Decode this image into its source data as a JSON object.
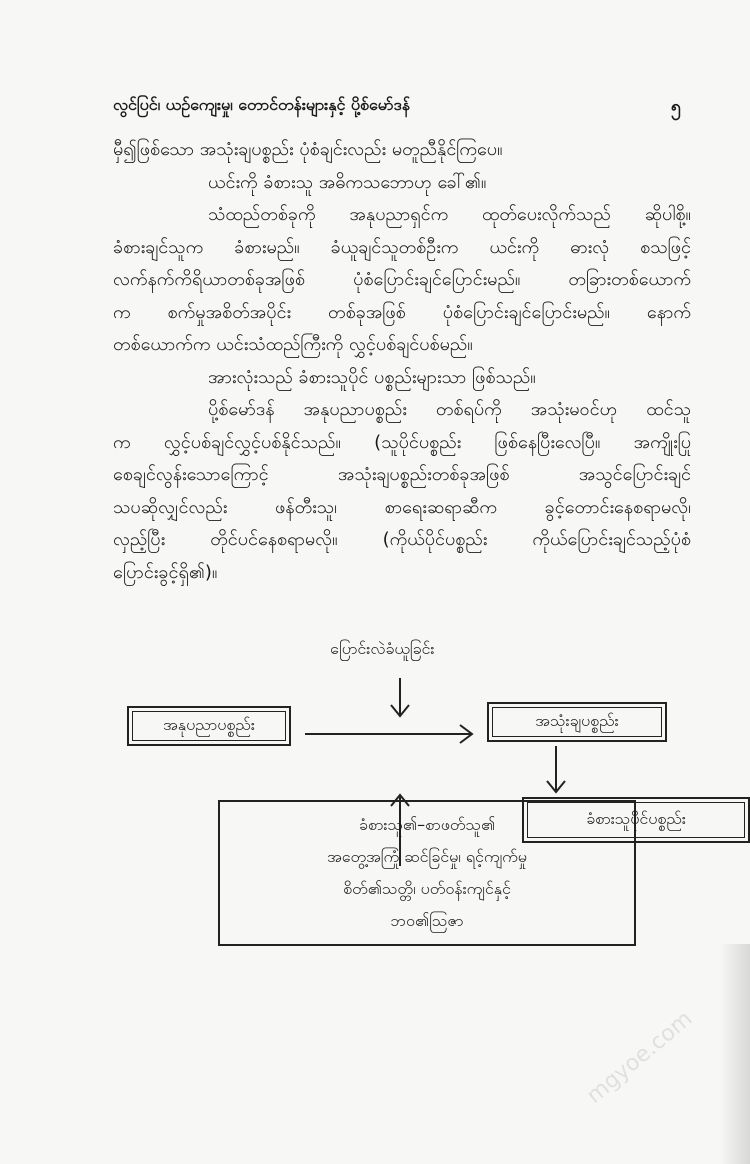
{
  "header": {
    "running_title": "လွင်ပြင်၊ ယဉ်ကျေးမှု၊ တောင်တန်းများနှင့် ပို့စ်မော်ဒန်",
    "page_number": "၅"
  },
  "body_lines": [
    "မှီ၍ဖြစ်သော အသုံးချပစ္စည်း ပုံစံချင်းလည်း မတူညီနိုင်ကြပေ။",
    "ယင်းကို ခံစားသူ အဓိကသဘောဟု ခေါ်၏။",
    "သံထည်တစ်ခုကို အနုပညာရှင်က ထုတ်ပေးလိုက်သည် ဆိုပါစို့။",
    "ခံစားချင်သူက ခံစားမည်။ ခံယူချင်သူတစ်ဦးက ယင်းကို ဓားလုံ စသဖြင့်",
    "လက်နက်ကိရိယာတစ်ခုအဖြစ် ပုံစံပြောင်းချင်ပြောင်းမည်။ တခြားတစ်ယောက်",
    "က စက်မှုအစိတ်အပိုင်း တစ်ခုအဖြစ် ပုံစံပြောင်းချင်ပြောင်းမည်။ နောက်",
    "တစ်ယောက်က ယင်းသံထည်ကြီးကို လွှင့်ပစ်ချင်ပစ်မည်။",
    "အားလုံးသည် ခံစားသူပိုင် ပစ္စည်းများသာ ဖြစ်သည်။",
    "ပို့စ်မော်ဒန် အနုပညာပစ္စည်း တစ်ရပ်ကို အသုံးမဝင်ဟု ထင်သူ",
    "က လွှင့်ပစ်ချင်လွှင့်ပစ်နိုင်သည်။ (သူပိုင်ပစ္စည်း ဖြစ်နေပြီးလေပြီ။ အကျိုးပြု",
    "စေချင်လွန်းသောကြောင့် အသုံးချပစ္စည်းတစ်ခုအဖြစ် အသွင်ပြောင်းချင်",
    "သပဆိုလျှင်လည်း ဖန်တီးသူ၊ စာရေးဆရာဆီက ခွင့်တောင်းနေစရာမလို၊",
    "လှည့်ပြီး တိုင်ပင်နေစရာမလို။ (ကိုယ်ပိုင်ပစ္စည်း ကိုယ်ပြောင်းချင်သည့်ပုံစံ",
    "ပြောင်းခွင့်ရှိ၏)။"
  ],
  "diagram": {
    "top_label": "ပြောင်းလဲခံယူခြင်း",
    "left_box": "အနုပညာပစ္စည်း",
    "right_box": "အသုံးချပစ္စည်း",
    "result_box": "ခံစားသူပိုင်ပစ္စည်း",
    "factors_box": [
      "ခံစားသူ၏–စာဖတ်သူ၏",
      "အတွေ့အကြုံ ဆင်ခြင်မှု၊ ရင့်ကျက်မှု",
      "စိတ်၏သတ္တိ၊ ပတ်ဝန်းကျင်နှင့်",
      "ဘဝ၏သြဇာ"
    ]
  },
  "watermark": "mgyoe.com"
}
